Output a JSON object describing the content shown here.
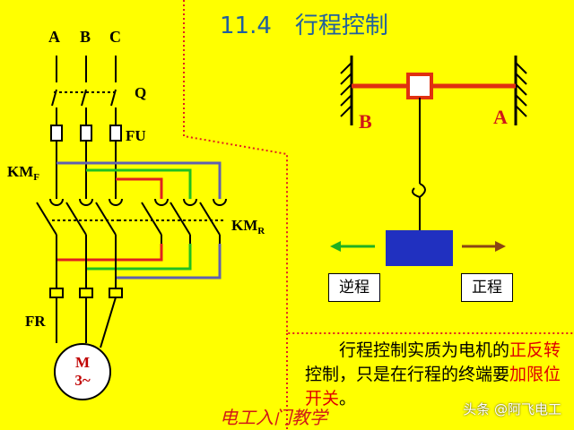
{
  "title": "11.4　行程控制",
  "phases": {
    "a": "A",
    "b": "B",
    "c": "C"
  },
  "labels": {
    "q": "Q",
    "fu": "FU",
    "kmf_main": "KM",
    "kmf_sub": "F",
    "kmr_main": "KM",
    "kmr_sub": "R",
    "fr": "FR"
  },
  "motor": {
    "line1": "M",
    "line2": "3~"
  },
  "mechanism": {
    "point_b": "B",
    "point_a": "A"
  },
  "directions": {
    "reverse": "逆程",
    "forward": "正程"
  },
  "explanation": {
    "part1": "　　行程控制实质为电机的",
    "part2_red": "正反转",
    "part3": "控制，只是在行程的终端要",
    "part4_red": "加限位开关",
    "part5": "。"
  },
  "footer": "电工入门教学",
  "watermark": "头条 @阿飞电工",
  "colors": {
    "background": "#ffff00",
    "title": "#1f5f9f",
    "wire_red": "#e02020",
    "wire_green": "#20c020",
    "wire_purple": "#6060b0",
    "beam_red": "#e03010",
    "cart_blue": "#2030c0",
    "arrow_green": "#20b020",
    "arrow_brown": "#8b4513",
    "divider_red": "#e02020"
  }
}
